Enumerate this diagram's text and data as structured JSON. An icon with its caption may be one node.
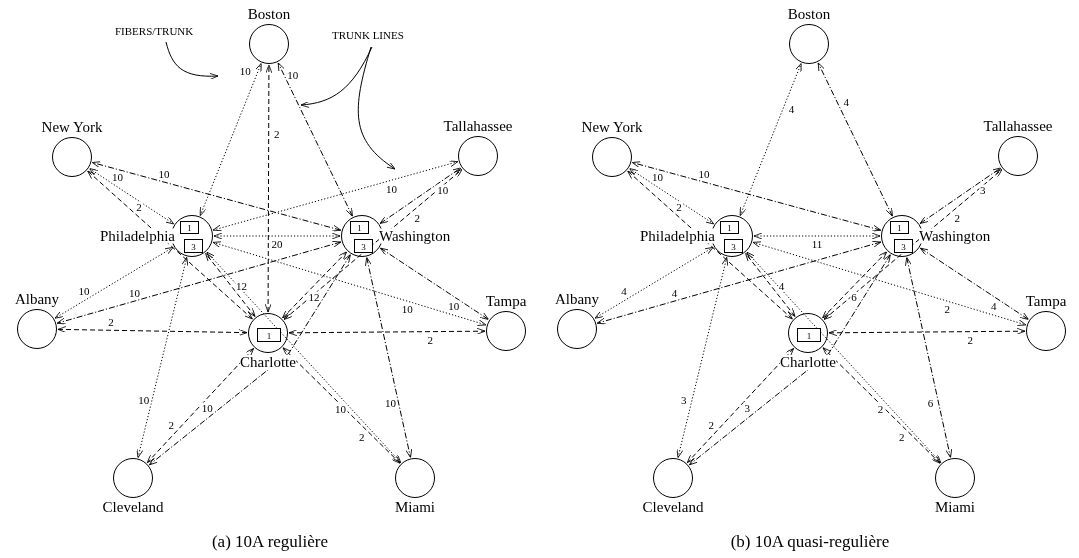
{
  "diagram": {
    "nodes": [
      {
        "text": [
          "Boston"
        ]
      },
      {
        "text": [
          "New York"
        ]
      },
      {
        "text": [
          "Tallahassee"
        ]
      },
      {
        "text": [
          "Philadelphia"
        ]
      },
      {
        "text": [
          "1"
        ],
        "in": 3
      },
      {
        "text": [
          "3"
        ],
        "in": 3
      },
      {
        "text": [
          "Washington"
        ]
      },
      {
        "text": [
          "1"
        ],
        "in": 6
      },
      {
        "text": [
          "3"
        ],
        "in": 6
      },
      {
        "text": [
          "Albany"
        ]
      },
      {
        "text": [
          "Charlotte"
        ]
      },
      {
        "text": [
          "1"
        ],
        "in": 10
      },
      {
        "text": [
          "Tampa"
        ]
      },
      {
        "text": [
          "Cleveland"
        ]
      },
      {
        "text": [
          "Miami"
        ]
      },
      {
        "text": [
          "FIBERS/TRUNK"
        ]
      },
      {
        "text": [
          "TRUNK LINES"
        ]
      },
      {
        "text": [
          "Boston"
        ]
      },
      {
        "text": [
          "New York"
        ]
      },
      {
        "text": [
          "Tallahassee"
        ]
      },
      {
        "text": [
          "Philadelphia"
        ]
      },
      {
        "text": [
          "1"
        ],
        "in": 20
      },
      {
        "text": [
          "3"
        ],
        "in": 20
      },
      {
        "text": [
          "Washington"
        ]
      },
      {
        "text": [
          "1"
        ],
        "in": 23
      },
      {
        "text": [
          "3"
        ],
        "in": 23
      },
      {
        "text": [
          "Albany"
        ]
      },
      {
        "text": [
          "Charlotte"
        ]
      },
      {
        "text": [
          "1"
        ],
        "in": 27
      },
      {
        "text": [
          "Tampa"
        ]
      },
      {
        "text": [
          "Cleveland"
        ]
      },
      {
        "text": [
          "Miami"
        ]
      }
    ],
    "edges": [
      {
        "from": 3,
        "to": 0,
        "arrow": "both",
        "label": "10",
        "style": "dashed"
      },
      {
        "from": 3,
        "to": 1,
        "arrow": "both",
        "label": "10",
        "style": "dashed"
      },
      {
        "from": 3,
        "to": 2,
        "arrow": "both",
        "label": "10",
        "style": "dashed"
      },
      {
        "from": 3,
        "to": 9,
        "arrow": "both",
        "label": "10",
        "style": "dashed"
      },
      {
        "from": 3,
        "to": 12,
        "arrow": "both",
        "label": "10",
        "style": "dashed"
      },
      {
        "from": 3,
        "to": 13,
        "arrow": "both",
        "label": "10",
        "style": "dashed"
      },
      {
        "from": 3,
        "to": 14,
        "arrow": "both",
        "label": "10",
        "style": "dashed"
      },
      {
        "from": 3,
        "to": 6,
        "arrow": "both",
        "label": "20",
        "style": "dashed"
      },
      {
        "from": 6,
        "to": 0,
        "arrow": "both",
        "label": "10",
        "style": "dashed"
      },
      {
        "from": 6,
        "to": 1,
        "arrow": "both",
        "label": "10",
        "style": "dashed"
      },
      {
        "from": 6,
        "to": 2,
        "arrow": "both",
        "label": "10",
        "style": "dashed"
      },
      {
        "from": 6,
        "to": 9,
        "arrow": "both",
        "label": "10",
        "style": "dashed"
      },
      {
        "from": 6,
        "to": 12,
        "arrow": "both",
        "label": "10",
        "style": "dashed"
      },
      {
        "from": 6,
        "to": 13,
        "arrow": "both",
        "label": "10",
        "style": "dashed"
      },
      {
        "from": 6,
        "to": 14,
        "arrow": "both",
        "label": "10",
        "style": "dashed"
      },
      {
        "from": 10,
        "to": 0,
        "arrow": "both",
        "label": "2",
        "style": "dashed"
      },
      {
        "from": 10,
        "to": 1,
        "arrow": "both",
        "label": "2",
        "style": "dashed"
      },
      {
        "from": 10,
        "to": 2,
        "arrow": "both",
        "label": "2",
        "style": "dashed"
      },
      {
        "from": 10,
        "to": 9,
        "arrow": "both",
        "label": "2",
        "style": "dashed"
      },
      {
        "from": 10,
        "to": 12,
        "arrow": "both",
        "label": "2",
        "style": "dashed"
      },
      {
        "from": 10,
        "to": 13,
        "arrow": "both",
        "label": "2",
        "style": "dashed"
      },
      {
        "from": 10,
        "to": 14,
        "arrow": "both",
        "label": "2",
        "style": "dashed"
      },
      {
        "from": 10,
        "to": 3,
        "arrow": "both",
        "label": "12",
        "style": "dashed"
      },
      {
        "from": 10,
        "to": 6,
        "arrow": "both",
        "label": "12",
        "style": "dashed"
      },
      {
        "from": 15,
        "to": null,
        "arrow": "to"
      },
      {
        "from": 16,
        "to": null,
        "arrow": "to"
      },
      {
        "from": 16,
        "to": null,
        "arrow": "to"
      },
      {
        "from": 20,
        "to": 17,
        "arrow": "both",
        "label": "4",
        "style": "dashed"
      },
      {
        "from": 20,
        "to": 18,
        "arrow": "both",
        "label": "10",
        "style": "dashed"
      },
      {
        "from": 20,
        "to": 26,
        "arrow": "both",
        "label": "4",
        "style": "dashed"
      },
      {
        "from": 20,
        "to": 29,
        "arrow": "both",
        "label": "2",
        "style": "dashed"
      },
      {
        "from": 20,
        "to": 30,
        "arrow": "both",
        "label": "3",
        "style": "dashed"
      },
      {
        "from": 20,
        "to": 31,
        "arrow": "both",
        "label": "2",
        "style": "dashed"
      },
      {
        "from": 20,
        "to": 23,
        "arrow": "both",
        "label": "11",
        "style": "dashed"
      },
      {
        "from": 23,
        "to": 17,
        "arrow": "both",
        "label": "4",
        "style": "dashed"
      },
      {
        "from": 23,
        "to": 18,
        "arrow": "both",
        "label": "10",
        "style": "dashed"
      },
      {
        "from": 23,
        "to": 19,
        "arrow": "both",
        "label": "3",
        "style": "dashed"
      },
      {
        "from": 23,
        "to": 26,
        "arrow": "both",
        "label": "4",
        "style": "dashed"
      },
      {
        "from": 23,
        "to": 29,
        "arrow": "both",
        "label": "4",
        "style": "dashed"
      },
      {
        "from": 23,
        "to": 30,
        "arrow": "both",
        "label": "3",
        "style": "dashed"
      },
      {
        "from": 23,
        "to": 31,
        "arrow": "both",
        "label": "6",
        "style": "dashed"
      },
      {
        "from": 27,
        "to": 18,
        "arrow": "both",
        "label": "2",
        "style": "dashed"
      },
      {
        "from": 27,
        "to": 19,
        "arrow": "both",
        "label": "2",
        "style": "dashed"
      },
      {
        "from": 27,
        "to": 29,
        "arrow": "both",
        "label": "2",
        "style": "dashed"
      },
      {
        "from": 27,
        "to": 30,
        "arrow": "both",
        "label": "2",
        "style": "dashed"
      },
      {
        "from": 27,
        "to": 31,
        "arrow": "both",
        "label": "2",
        "style": "dashed"
      },
      {
        "from": 27,
        "to": 20,
        "arrow": "both",
        "label": "4",
        "style": "dashed"
      },
      {
        "from": 27,
        "to": 23,
        "arrow": "both",
        "label": "6",
        "style": "dashed"
      }
    ],
    "labels": [
      "(a) 10A regulière",
      "(b) 10A quasi-regulière"
    ]
  }
}
